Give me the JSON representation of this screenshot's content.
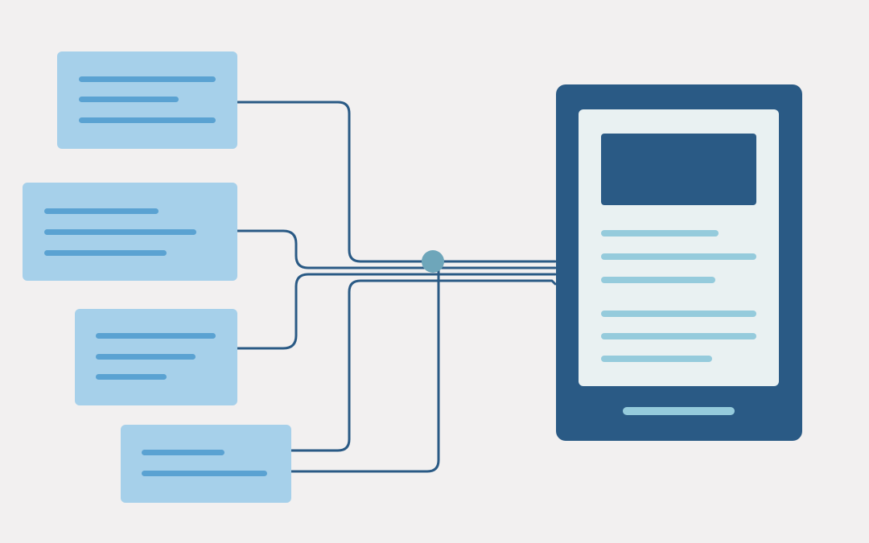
{
  "colors": {
    "background": "#f2f0f0",
    "card_fill": "#a6d0ea",
    "card_line": "#5aa2d2",
    "connector": "#2a5a85",
    "hub": "#6ea6ba",
    "device_body": "#2a5a85",
    "device_screen": "#e9f1f2",
    "screen_line": "#95cbdc"
  },
  "source_cards": [
    {
      "line_count": 3
    },
    {
      "line_count": 3
    },
    {
      "line_count": 3
    },
    {
      "line_count": 2
    }
  ],
  "device": {
    "screen_line_groups": [
      3,
      3
    ]
  }
}
